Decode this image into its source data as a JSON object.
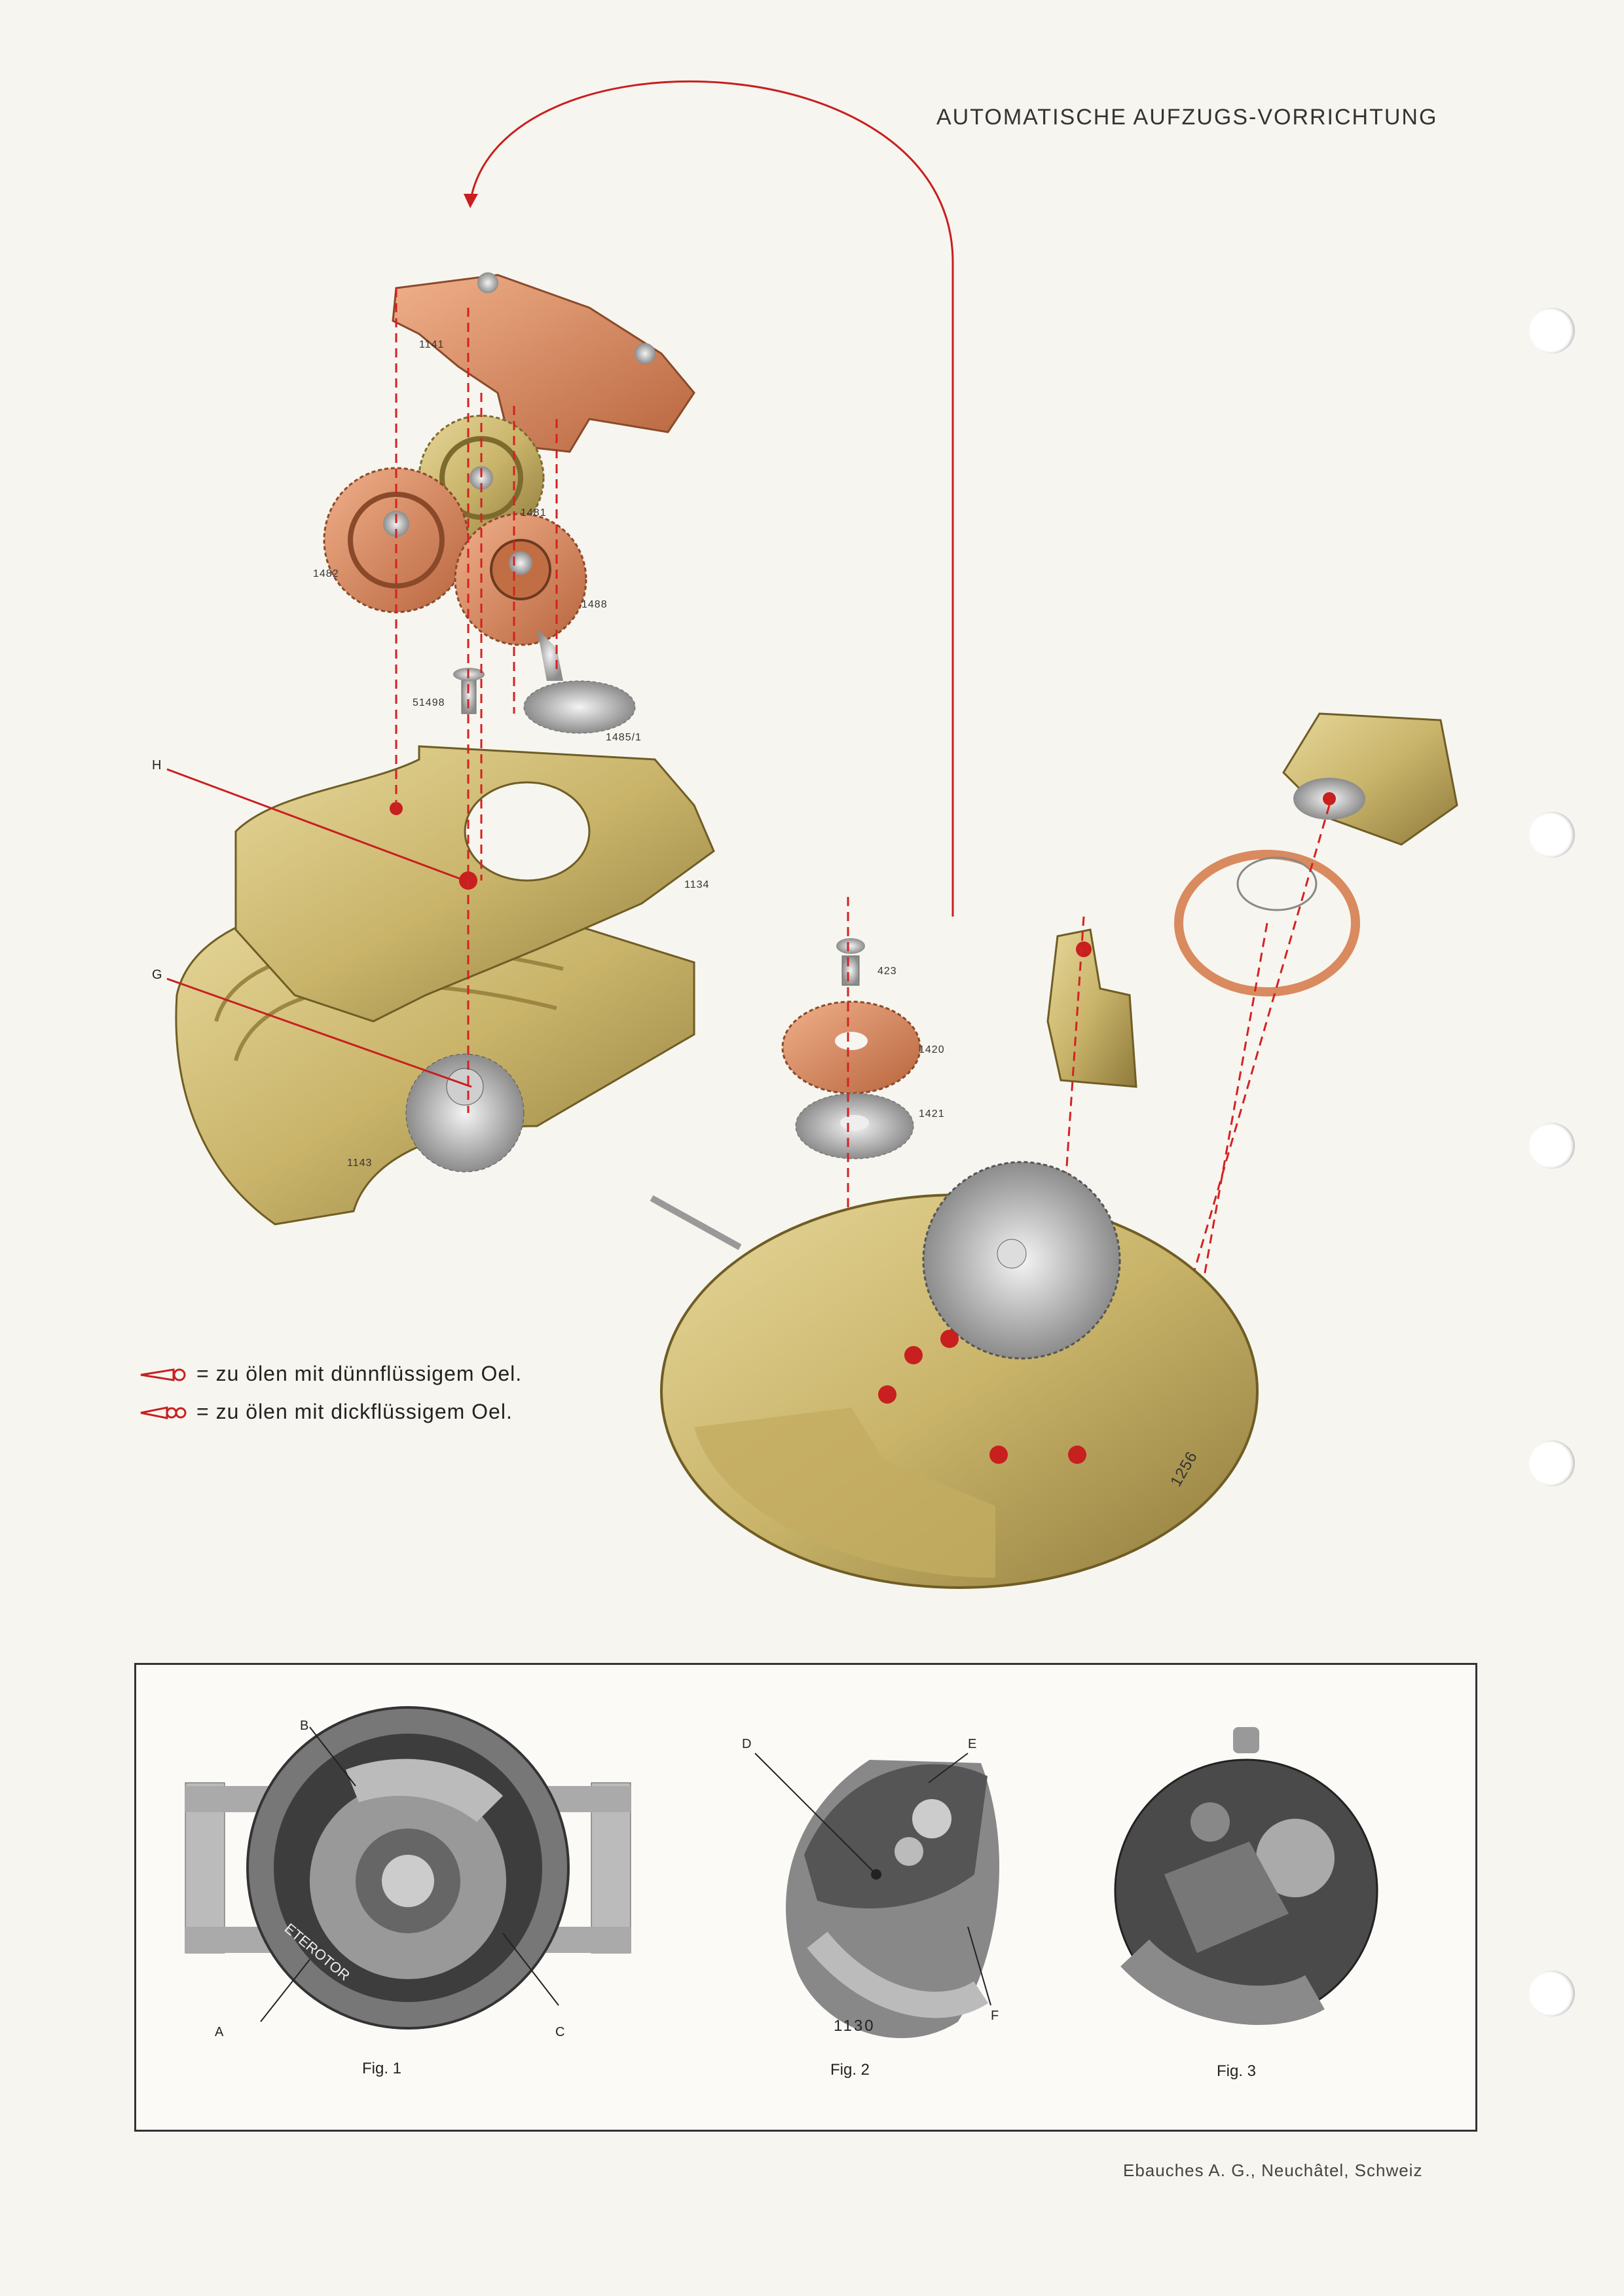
{
  "header": {
    "title": "AUTOMATISCHE AUFZUGS-VORRICHTUNG"
  },
  "parts": {
    "p1141": "1141",
    "p1481": "1481",
    "p1482": "1482",
    "p1488": "1488",
    "p51498": "51498",
    "p1485": "1485/1",
    "p1134": "1134",
    "p1143": "1143",
    "p423": "423",
    "p1420": "1420",
    "p1421": "1421",
    "p1256": "1256",
    "pH": "H",
    "pG": "G"
  },
  "legend": {
    "thin": "= zu ölen mit dünnflüssigem Oel.",
    "thick": "= zu ölen mit dickflüssigem Oel."
  },
  "figures": {
    "fig1": {
      "caption": "Fig. 1",
      "labels": [
        "A",
        "B",
        "C"
      ],
      "rotor_text": "ETEROTOR"
    },
    "fig2": {
      "caption": "Fig. 2",
      "labels": [
        "D",
        "E",
        "F"
      ],
      "number": "1130"
    },
    "fig3": {
      "caption": "Fig. 3"
    }
  },
  "footer": {
    "text": "Ebauches A. G., Neuchâtel, Schweiz"
  },
  "colors": {
    "accent_red": "#c81f1f",
    "brass": "#c9b46a",
    "copper": "#d98a5f",
    "paper": "#f7f5ef"
  }
}
